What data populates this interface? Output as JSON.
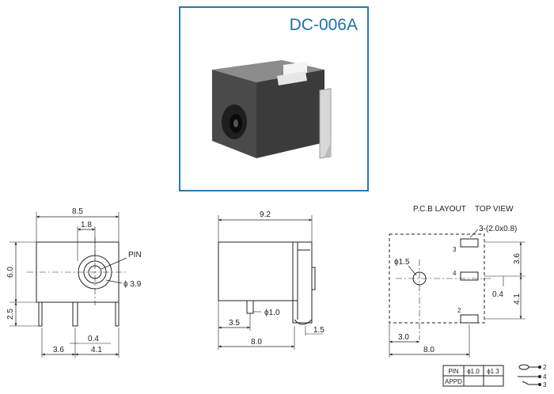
{
  "title": "DC-006A",
  "front_view": {
    "width": "8.5",
    "pin_offset": "1.8",
    "pin_label": "PIN",
    "hole_dia": "ϕ 3.9",
    "height": "6.0",
    "leg_len": "2.5",
    "leg_thick": "0.4",
    "left_dim": "3.6",
    "right_dim": "4.1"
  },
  "side_view": {
    "top_dim": "9.2",
    "pin_dia": "ϕ1.0",
    "pin_pos": "3.5",
    "tab_width": "1.5",
    "bottom_dim": "8.0"
  },
  "pcb_view": {
    "heading_layout": "P.C.B LAYOUT",
    "heading_view": "TOP VIEW",
    "slot_label": "3-(2.0x0.8)",
    "hole_dia": "ϕ1.5",
    "pin3": "3",
    "pin4": "4",
    "pin2": "2",
    "dim_right_top": "3.6",
    "dim_small": "0.4",
    "dim_right_bottom": "4.1",
    "dim_3": "3.0",
    "dim_8": "8.0"
  },
  "pin_table": {
    "row1": [
      "PIN",
      "ϕ1.0",
      "ϕ1.3"
    ],
    "row2": [
      "APPD",
      "",
      ""
    ]
  },
  "legend": {
    "p2": "2",
    "p4": "4",
    "p3": "3"
  }
}
